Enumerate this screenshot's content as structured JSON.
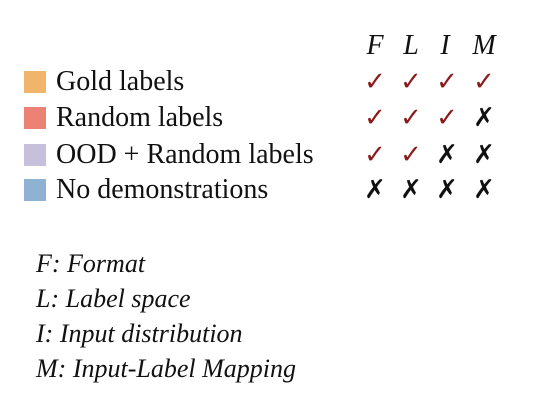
{
  "columns": [
    "F",
    "L",
    "I",
    "M"
  ],
  "rows": [
    {
      "label": "Gold labels",
      "color": "#f0b56a",
      "marks": [
        "check",
        "check",
        "check",
        "check"
      ]
    },
    {
      "label": "Random labels",
      "color": "#ec8275",
      "marks": [
        "check",
        "check",
        "check",
        "cross"
      ]
    },
    {
      "label": "OOD + Random labels",
      "color": "#c7c0dc",
      "marks": [
        "check",
        "check",
        "cross",
        "cross"
      ]
    },
    {
      "label": "No demonstrations",
      "color": "#8fb2d2",
      "marks": [
        "cross",
        "cross",
        "cross",
        "cross"
      ]
    }
  ],
  "symbols": {
    "check": "✓",
    "cross": "✗"
  },
  "definitions": [
    "F: Format",
    "L: Label space",
    "I: Input distribution",
    "M: Input-Label Mapping"
  ],
  "colors": {
    "check": "#8b1a1a",
    "cross": "#111111"
  }
}
